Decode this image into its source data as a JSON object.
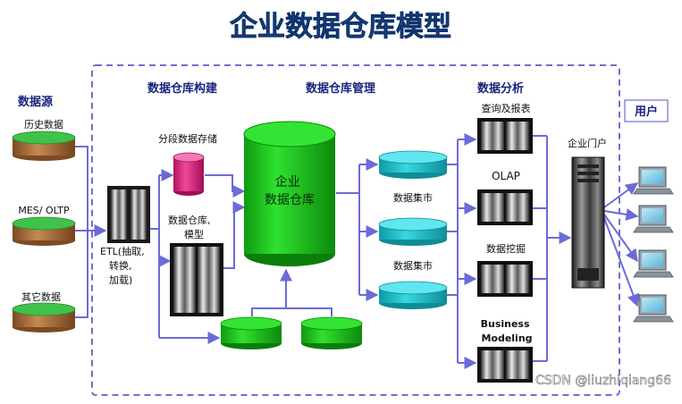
{
  "title": "企业数据仓库模型",
  "sections": {
    "sources": "数据源",
    "build": "数据仓库构建",
    "manage": "数据仓库管理",
    "analysis": "数据分析",
    "users": "用户"
  },
  "sources": [
    "历史数据",
    "MES/ OLTP",
    "其它数据"
  ],
  "etl_lines": [
    "ETL(抽取,",
    "转换,",
    "加载)"
  ],
  "staging_label": "分段数据存储",
  "dw_model_lines": [
    "数据仓库,",
    "模型"
  ],
  "warehouse_lines": [
    "企业",
    "数据仓库"
  ],
  "data_marts": [
    "数据集市",
    "数据集市"
  ],
  "analysis_tools": {
    "query": "查询及报表",
    "olap": "OLAP",
    "mining": "数据挖掘",
    "modeling": [
      "Business",
      "Modeling"
    ]
  },
  "portal": "企业门户",
  "watermark": "CSDN @liuzhiqiang66",
  "colors": {
    "title": "#1a4f9c",
    "section_text": "#1a237e",
    "arrow": "#6b6bd8",
    "dashed_border": "#6f6fcf",
    "warehouse_green": "#1fce1f",
    "mart_cyan": "#25c4cf",
    "staging_pink": "#e0267f",
    "source_brown": "#a26b3c",
    "source_top": "#3fc24a"
  },
  "icons": [
    "server-icon",
    "computer-icon",
    "database-cylinder-icon",
    "monitor-icon"
  ]
}
